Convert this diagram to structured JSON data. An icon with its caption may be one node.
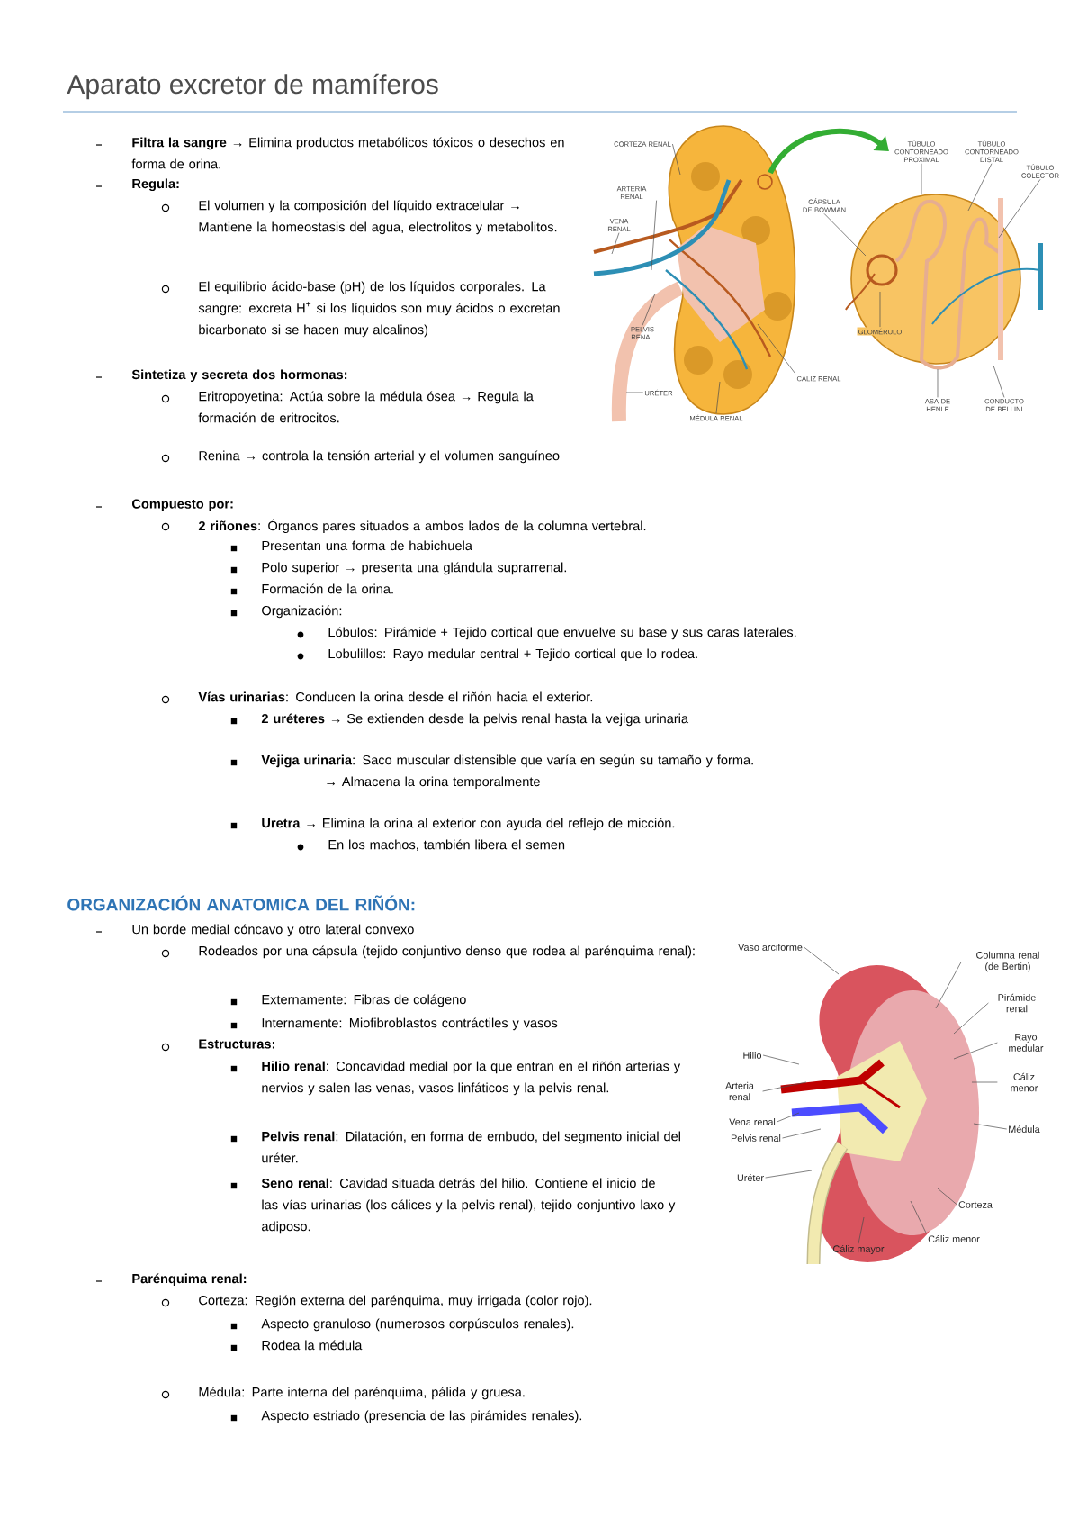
{
  "diagram": {
    "title": "Aparato excretor de mamíferos",
    "nodes": [
      {
        "text": [
          "CORTEZA RENAL"
        ]
      },
      {
        "text": [
          "ARTERIA RENAL"
        ]
      },
      {
        "text": [
          "VENA RENAL"
        ]
      },
      {
        "text": [
          "PELVIS RENAL"
        ]
      },
      {
        "text": [
          "URÉTER"
        ]
      },
      {
        "text": [
          "MÉDULA RENAL"
        ]
      },
      {
        "text": [
          "CÁLIZ RENAL"
        ]
      },
      {
        "text": [
          "CÁPSULA DE BOWMAN"
        ]
      },
      {
        "text": [
          "GLOMÉRULO"
        ]
      },
      {
        "text": [
          "TÚBULO CONTORNEADO PROXIMAL"
        ]
      },
      {
        "text": [
          "TÚBULO CONTORNEADO DISTAL"
        ]
      },
      {
        "text": [
          "TÚBULO COLECTOR"
        ]
      },
      {
        "text": [
          "ASA DE HENLE"
        ]
      },
      {
        "text": [
          "CONDUCTO DE BELLINI"
        ]
      },
      {
        "text": [
          "Vaso arciforme"
        ]
      },
      {
        "text": [
          "Columna renal (de Bertin)"
        ]
      },
      {
        "text": [
          "Pirámide renal"
        ]
      },
      {
        "text": [
          "Rayo medular"
        ]
      },
      {
        "text": [
          "Cáliz menor"
        ]
      },
      {
        "text": [
          "Médula"
        ]
      },
      {
        "text": [
          "Corteza"
        ]
      },
      {
        "text": [
          "Cáliz menor"
        ]
      },
      {
        "text": [
          "Cáliz mayor"
        ]
      },
      {
        "text": [
          "Uréter"
        ]
      },
      {
        "text": [
          "Pelvis renal"
        ]
      },
      {
        "text": [
          "Vena renal"
        ]
      },
      {
        "text": [
          "Arteria renal"
        ]
      },
      {
        "text": [
          "Hilio"
        ]
      }
    ],
    "edges": [
      {
        "from": 0,
        "to": null,
        "arrow": "none"
      },
      {
        "from": 1,
        "to": null,
        "arrow": "none"
      },
      {
        "from": 2,
        "to": null,
        "arrow": "none"
      },
      {
        "from": 3,
        "to": null,
        "arrow": "none"
      },
      {
        "from": 4,
        "to": null,
        "arrow": "none"
      },
      {
        "from": 5,
        "to": null,
        "arrow": "none"
      },
      {
        "from": 6,
        "to": null,
        "arrow": "none"
      },
      {
        "from": 7,
        "to": null,
        "arrow": "none"
      },
      {
        "from": 8,
        "to": null,
        "arrow": "none"
      },
      {
        "from": 9,
        "to": null,
        "arrow": "none"
      },
      {
        "from": 10,
        "to": null,
        "arrow": "none"
      },
      {
        "from": 11,
        "to": null,
        "arrow": "none"
      },
      {
        "from": 12,
        "to": null,
        "arrow": "none"
      },
      {
        "from": 13,
        "to": null,
        "arrow": "none"
      },
      {
        "from": 14,
        "to": null,
        "arrow": "none"
      },
      {
        "from": 15,
        "to": null,
        "arrow": "none"
      },
      {
        "from": 16,
        "to": null,
        "arrow": "none"
      },
      {
        "from": 17,
        "to": null,
        "arrow": "none"
      },
      {
        "from": 18,
        "to": null,
        "arrow": "none"
      },
      {
        "from": 19,
        "to": null,
        "arrow": "none"
      },
      {
        "from": 20,
        "to": null,
        "arrow": "none"
      },
      {
        "from": 21,
        "to": null,
        "arrow": "none"
      },
      {
        "from": 22,
        "to": null,
        "arrow": "none"
      },
      {
        "from": 23,
        "to": null,
        "arrow": "none"
      },
      {
        "from": 24,
        "to": null,
        "arrow": "none"
      },
      {
        "from": 25,
        "to": null,
        "arrow": "none"
      },
      {
        "from": 26,
        "to": null,
        "arrow": "none"
      },
      {
        "from": 27,
        "to": null,
        "arrow": "none"
      }
    ],
    "labels": [
      "**Filtra la sangre** → Elimina productos metabólicos tóxicos o desechos en forma de orina.",
      "**Regula:**",
      "El volumen y la composición del líquido extracelular → Mantiene la homeostasis del agua, electrolitos y metabolitos.",
      "El equilibrio ácido-base (pH) de los líquidos corporales. La sangre: excreta H$^{+}$ si los líquidos son muy ácidos o excretan bicarbonato si se hacen muy alcalinos)",
      "**Sintetiza y secreta dos hormonas:**",
      "Eritropoyetina: Actúa sobre la médula ósea → Regula la formación de eritrocitos.",
      "Renina → controla la tensión arterial y el volumen sanguíneo",
      "**Compuesto por:**",
      "**2 riñones**: Órganos pares situados a ambos lados de la columna vertebral.",
      "Presentan una forma de habichuela",
      "Polo superior → presenta una glándula suprarrenal.",
      "Formación de la orina.",
      "Organización:",
      "Lóbulos: Pirámide + Tejido cortical que envuelve su base y sus caras laterales.",
      "Lobulillos: Rayo medular central + Tejido cortical que lo rodea.",
      "**Vías urinarias**: Conducen la orina desde el riñón hacia el exterior.",
      "**2 uréteres** → Se extienden desde la pelvis renal hasta la vejiga urinaria",
      "**Vejiga urinaria**: Saco muscular distensible que varía en según su tamaño y forma.",
      "→ Almacena la orina temporalmente",
      "**Uretra** → Elimina la orina al exterior con ayuda del reflejo de micción.",
      "En los machos, también libera el semen",
      "ORGANIZACIÓN ANATOMICA DEL RIÑÓN:",
      "Un borde medial cóncavo y otro lateral convexo",
      "Rodeados por una cápsula (tejido conjuntivo denso que rodea al parénquima renal):",
      "Externamente: Fibras de colágeno",
      "Internamente: Miofibroblastos contráctiles y vasos",
      "**Estructuras:**",
      "**Hilio renal**: Concavidad medial por la que entran en el riñón arterias y nervios y salen las venas, vasos linfáticos y la pelvis renal.",
      "**Pelvis renal**: Dilatación, en forma de embudo, del segmento inicial del uréter.",
      "**Seno renal**: Cavidad situada detrás del hilio. Contiene el inicio de las vías urinarias (los cálices y la pelvis renal), tejido conjuntivo laxo y adiposo.",
      "**Parénquima renal:**",
      "Corteza: Región externa del parénquima, muy irrigada (color rojo).",
      "Aspecto granuloso (numerosos corpúsculos renales).",
      "Rodea la médula",
      "Médula: Parte interna del parénquima, pálida y gruesa.",
      "Aspecto estriado (presencia de las pirámides renales)."
    ]
  }
}
